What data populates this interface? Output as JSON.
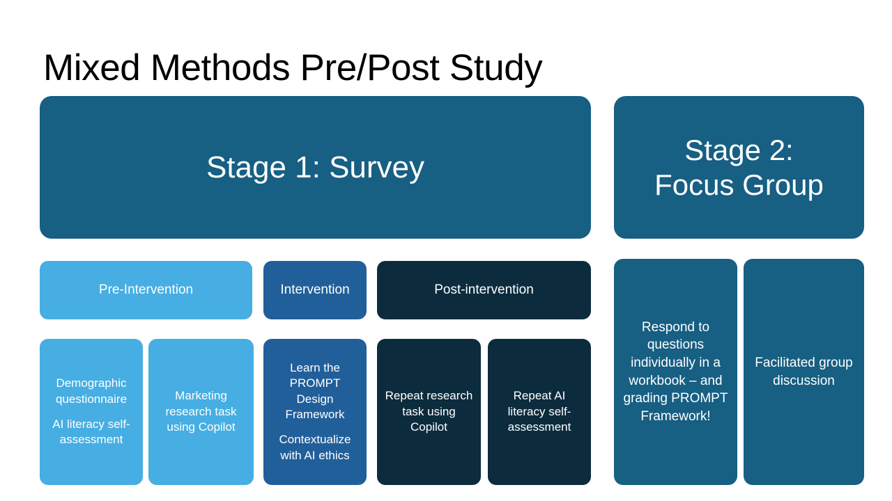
{
  "slide": {
    "title": "Mixed Methods Pre/Post Study"
  },
  "palette": {
    "background": "#ffffff",
    "title_text": "#000000",
    "card_text": "#ffffff",
    "stage_teal": "#175F83",
    "light_blue": "#46AEE2",
    "mid_blue": "#215F9A",
    "dark_navy": "#0C2C3E"
  },
  "stages": {
    "stage1": {
      "label": "Stage 1: Survey",
      "color": "#175F83"
    },
    "stage2": {
      "line1": "Stage 2:",
      "line2": "Focus Group",
      "color": "#175F83"
    }
  },
  "phases": [
    {
      "label": "Pre-Intervention",
      "color": "#46AEE2"
    },
    {
      "label": "Intervention",
      "color": "#215F9A"
    },
    {
      "label": "Post-intervention",
      "color": "#0C2C3E"
    }
  ],
  "details": [
    {
      "phase": "Pre-Intervention",
      "color": "#46AEE2",
      "paragraph1": "Demographic questionnaire",
      "paragraph2": "AI literacy self-assessment"
    },
    {
      "phase": "Pre-Intervention",
      "color": "#46AEE2",
      "paragraph1": "Marketing research task using Copilot",
      "paragraph2": ""
    },
    {
      "phase": "Intervention",
      "color": "#215F9A",
      "paragraph1": "Learn the PROMPT Design Framework",
      "paragraph2": "Contextualize with AI ethics"
    },
    {
      "phase": "Post-intervention",
      "color": "#0C2C3E",
      "paragraph1": "Repeat research task using Copilot",
      "paragraph2": ""
    },
    {
      "phase": "Post-intervention",
      "color": "#0C2C3E",
      "paragraph1": "Repeat AI literacy self-assessment",
      "paragraph2": ""
    }
  ],
  "focus_group_cards": [
    {
      "text": "Respond to questions individually in a workbook – and grading PROMPT Framework!",
      "color": "#175F83"
    },
    {
      "text": "Facilitated group discussion",
      "color": "#175F83"
    }
  ]
}
